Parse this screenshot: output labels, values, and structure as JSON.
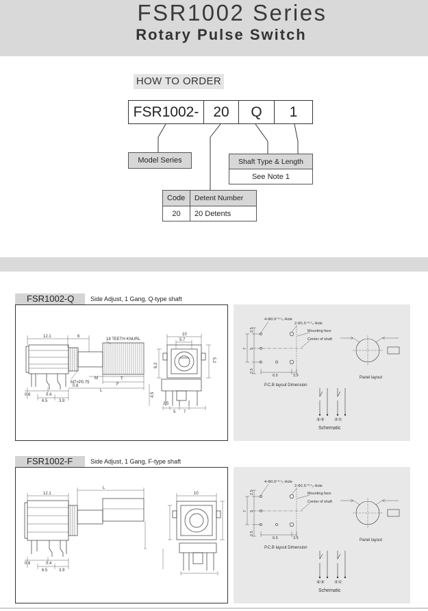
{
  "header": {
    "title": "FSR1002 Series",
    "subtitle": "Rotary Pulse Switch"
  },
  "order": {
    "heading": "HOW TO ORDER",
    "code": [
      "FSR1002-",
      "20",
      "Q",
      "1"
    ],
    "model_series": "Model Series",
    "shaft_table": {
      "header": "Shaft Type & Length",
      "value": "See Note 1"
    },
    "detent_table": {
      "headers": [
        "Code",
        "Detent Number"
      ],
      "rows": [
        [
          "20",
          "20 Detents"
        ]
      ]
    }
  },
  "sections": [
    {
      "tab": "FSR1002-Q",
      "description": "Side Adjust, 1 Gang, Q-type shaft",
      "drawing": {
        "knurl_note": "18 TEETH KNURL",
        "thread_note": "M7×P0.75",
        "dims": [
          "12.1",
          "6",
          "M",
          "T",
          "F",
          "L",
          "0.8",
          "0.6",
          "0.4",
          "6.5",
          "3.9",
          "10",
          "5.7",
          "5.2",
          "6.2",
          "2.5",
          "5",
          "7",
          "4.5"
        ]
      },
      "pcb": {
        "hole_small": "4-Φ0.9⁺⁰·¹₀ Hole",
        "hole_large": "2-Φ1.5⁺⁰·¹₀ Hole",
        "mounting_face": "Mounting face",
        "shaft_center": "Center of shaft",
        "pcb_caption": "P.C.B layout Dimension",
        "panel_caption": "Panel layout",
        "schematic_caption": "Schematic",
        "dims": [
          "2.5",
          "7",
          "5",
          "2.5",
          "6.5",
          "3.9"
        ],
        "pins_left": "④③",
        "pins_right": "②①"
      }
    },
    {
      "tab": "FSR1002-F",
      "description": "Side Adjust, 1 Gang, F-type shaft",
      "drawing": {
        "dims": [
          "12.1",
          "L",
          "10",
          "0.6",
          "0.4",
          "6.5",
          "3.9"
        ]
      },
      "pcb": {
        "hole_small": "4-Φ0.9⁺⁰·¹₀ Hole",
        "hole_large": "2-Φ1.5⁺⁰·¹₀ Hole",
        "mounting_face": "Mounting face",
        "shaft_center": "Center of shaft",
        "pcb_caption": "P.C.B layout Dimension",
        "panel_caption": "Panel layout",
        "schematic_caption": "Schematic",
        "dims": [
          "2.5",
          "7",
          "5",
          "2.5",
          "6.5",
          "3.9"
        ],
        "pins_left": "④③",
        "pins_right": "②①"
      }
    }
  ]
}
